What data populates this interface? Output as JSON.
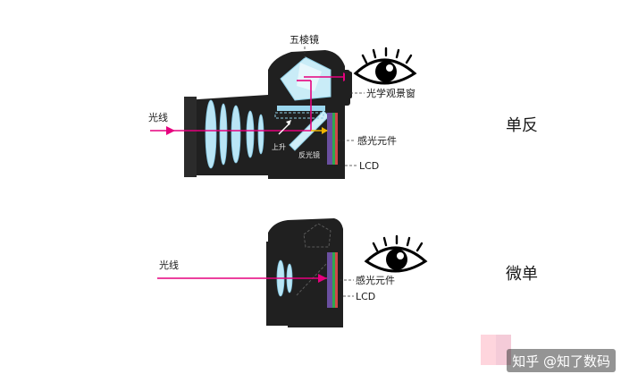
{
  "slr": {
    "label_pentaprism": "五棱镜",
    "label_viewfinder": "光学观景窗",
    "label_light": "光线",
    "label_sensor": "感光元件",
    "label_lcd": "LCD",
    "label_mirror": "反光镜",
    "label_rise": "上升",
    "title": "单反"
  },
  "mirrorless": {
    "label_light": "光线",
    "label_sensor": "感光元件",
    "label_lcd": "LCD",
    "title": "微单"
  },
  "watermark": "知乎 @知了数码",
  "colors": {
    "body": "#202020",
    "ray": "#e6007e",
    "lens": "#b9e5f5",
    "sensor": "#6a4fa0",
    "eye": "#000000"
  }
}
